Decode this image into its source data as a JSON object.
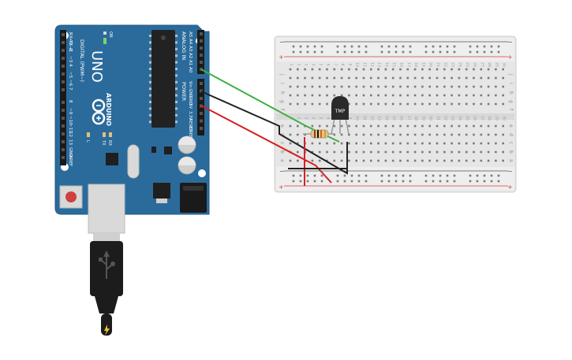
{
  "arduino": {
    "model": "UNO",
    "brand": "ARDUINO",
    "tx_label": "TX",
    "rx_label": "RX",
    "l_label": "L",
    "on_label": "ON",
    "digital_header": "DIGITAL (PWM~)",
    "analog_header": "ANALOG IN",
    "power_header": "POWER",
    "digital_pins": [
      "RX←0",
      "TX→1",
      "2",
      "~3",
      "4",
      "~5",
      "~6",
      "7",
      "8",
      "~9",
      "~10",
      "~11",
      "12",
      "13",
      "GND",
      "AREF"
    ],
    "analog_pins": [
      "A5",
      "A4",
      "A3",
      "A2",
      "A1",
      "A0"
    ],
    "power_pins": [
      "Vin",
      "GND",
      "GND",
      "5V",
      "3.3V",
      "RESET",
      "IOREF"
    ]
  },
  "breadboard": {
    "rail_minus": "−",
    "rail_plus": "+",
    "row_letters_top": [
      "j",
      "i",
      "h",
      "g",
      "f"
    ],
    "row_letters_bottom": [
      "e",
      "d",
      "c",
      "b",
      "a"
    ],
    "column_count": 30
  },
  "components": {
    "sensor_label": "TMP"
  },
  "colors": {
    "board_blue": "#2a6b9c",
    "wire_green": "#3cb043",
    "wire_black": "#222222",
    "wire_red": "#d62020",
    "rail_red": "#d33c3c"
  }
}
